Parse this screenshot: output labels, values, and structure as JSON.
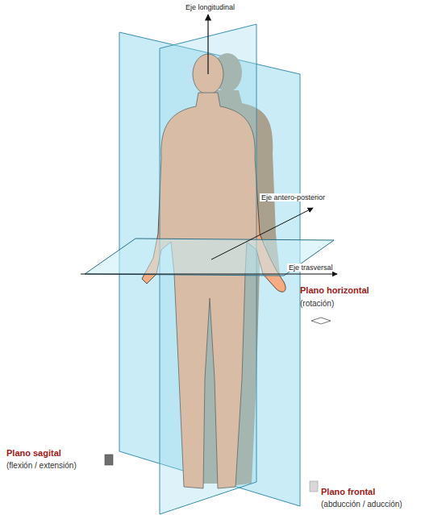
{
  "diagram": {
    "labels": [
      "Eje longitudinal",
      "Eje antero-posterior",
      "Eje trasversal",
      "Plano horizontal",
      "(rotación)",
      "Plano sagital",
      "(flexión / extensión)",
      "Plano frontal",
      "(abducción / aducción)"
    ]
  }
}
